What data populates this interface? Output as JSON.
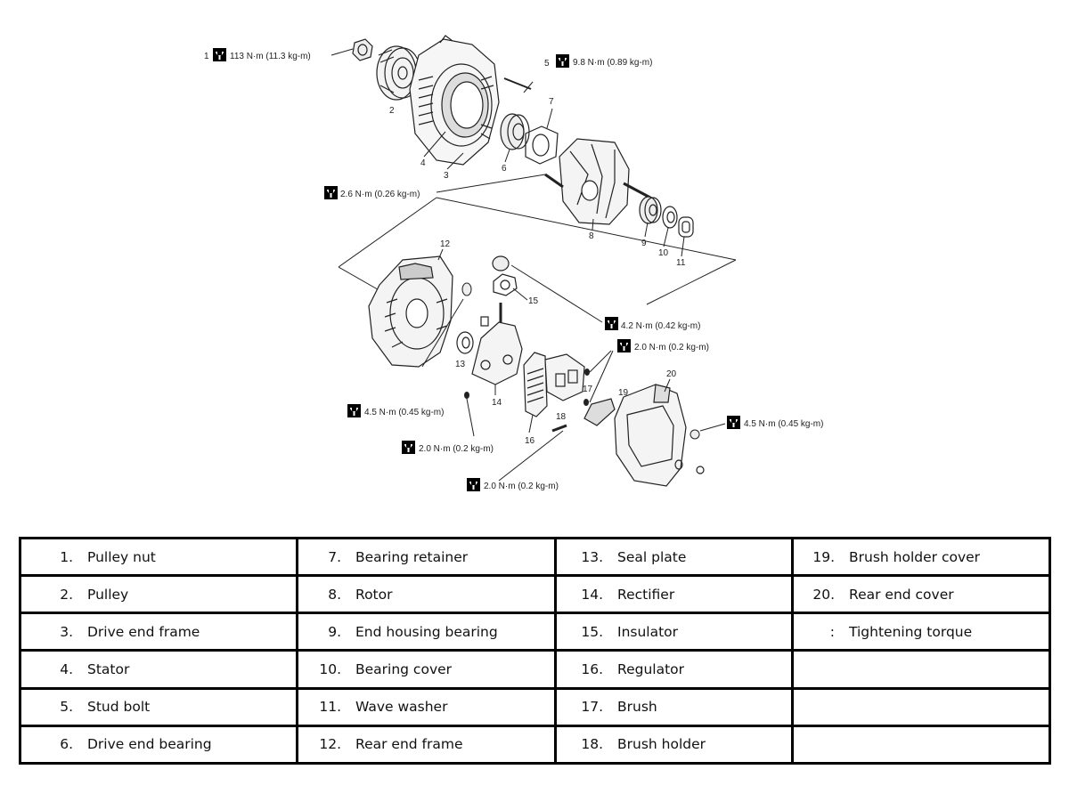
{
  "diagram": {
    "callouts": [
      "1",
      "2",
      "3",
      "4",
      "5",
      "6",
      "7",
      "8",
      "9",
      "10",
      "11",
      "12",
      "13",
      "14",
      "15",
      "16",
      "17",
      "18",
      "19",
      "20"
    ],
    "torques": [
      "113 N·m (11.3 kg-m)",
      "9.8 N·m (0.89 kg-m)",
      "2.6 N·m (0.26 kg-m)",
      "4.2 N·m (0.42 kg-m)",
      "2.0 N·m (0.2 kg-m)",
      "4.5 N·m (0.45 kg-m)",
      "2.0 N·m (0.2 kg-m)",
      "2.0 N·m (0.2 kg-m)",
      "4.5 N·m (0.45 kg-m)"
    ]
  },
  "legend": [
    [
      {
        "num": "1.",
        "label": "Pulley nut"
      },
      {
        "num": "7.",
        "label": "Bearing retainer"
      },
      {
        "num": "13.",
        "label": "Seal plate"
      },
      {
        "num": "19.",
        "label": "Brush holder cover"
      }
    ],
    [
      {
        "num": "2.",
        "label": "Pulley"
      },
      {
        "num": "8.",
        "label": "Rotor"
      },
      {
        "num": "14.",
        "label": "Rectifier"
      },
      {
        "num": "20.",
        "label": "Rear end cover"
      }
    ],
    [
      {
        "num": "3.",
        "label": "Drive end frame"
      },
      {
        "num": "9.",
        "label": "End housing bearing"
      },
      {
        "num": "15.",
        "label": "Insulator"
      },
      {
        "num": ":",
        "label": "Tightening torque"
      }
    ],
    [
      {
        "num": "4.",
        "label": "Stator"
      },
      {
        "num": "10.",
        "label": "Bearing cover"
      },
      {
        "num": "16.",
        "label": "Regulator"
      },
      {
        "num": "",
        "label": ""
      }
    ],
    [
      {
        "num": "5.",
        "label": "Stud bolt"
      },
      {
        "num": "11.",
        "label": "Wave washer"
      },
      {
        "num": "17.",
        "label": "Brush"
      },
      {
        "num": "",
        "label": ""
      }
    ],
    [
      {
        "num": "6.",
        "label": "Drive end bearing"
      },
      {
        "num": "12.",
        "label": "Rear end frame"
      },
      {
        "num": "18.",
        "label": "Brush holder"
      },
      {
        "num": "",
        "label": ""
      }
    ]
  ]
}
